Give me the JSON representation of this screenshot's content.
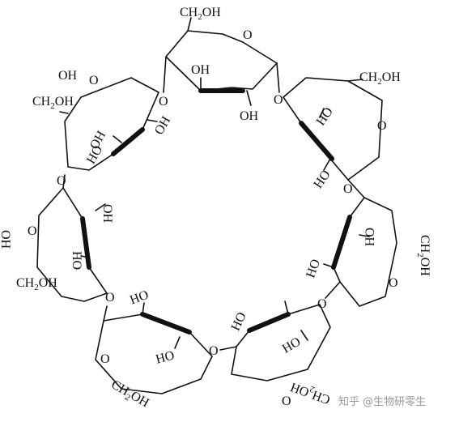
{
  "molecule": {
    "units": [
      {
        "id": "unit-top",
        "ring_oxygen": "O",
        "hydroxymethyl": "CH2OH",
        "hydroxyls": [
          "OH",
          "OH"
        ],
        "glycosidic_oxygen": "O"
      },
      {
        "id": "unit-upper-right",
        "ring_oxygen": "O",
        "hydroxymethyl": "CH2OH",
        "hydroxyls": [
          "HO",
          "HO"
        ],
        "glycosidic_oxygen": "O"
      },
      {
        "id": "unit-right",
        "ring_oxygen": "O",
        "hydroxymethyl": "CH2OH",
        "hydroxyls": [
          "HO",
          "HO"
        ],
        "glycosidic_oxygen": "O"
      },
      {
        "id": "unit-lower-right",
        "ring_oxygen": "O",
        "hydroxymethyl": "CH2OH",
        "hydroxyls": [
          "HO",
          "HO"
        ],
        "glycosidic_oxygen": "O"
      },
      {
        "id": "unit-lower-left",
        "ring_oxygen": "O",
        "hydroxymethyl": "CH2OH",
        "hydroxyls": [
          "HO",
          "HO"
        ],
        "glycosidic_oxygen": "O"
      },
      {
        "id": "unit-left",
        "ring_oxygen": "O",
        "hydroxymethyl": "CH2OH",
        "hydroxyls": [
          "OH",
          "HO"
        ],
        "glycosidic_oxygen": "O"
      },
      {
        "id": "unit-upper-left",
        "ring_oxygen": "O",
        "hydroxymethyl": "CH2OH",
        "hydroxyls": [
          "OH",
          "OH"
        ],
        "glycosidic_oxygen": "O"
      }
    ]
  },
  "labels": {
    "ch2oh": "CH",
    "ch2oh_sub": "2",
    "ch2oh_tail": "OH",
    "ch2oh_rev_head": "HO",
    "ch2oh_rev_ch": "CH",
    "oh": "OH",
    "ho": "HO",
    "o": "O"
  },
  "watermark": {
    "text": "知乎 @生物研零生"
  }
}
